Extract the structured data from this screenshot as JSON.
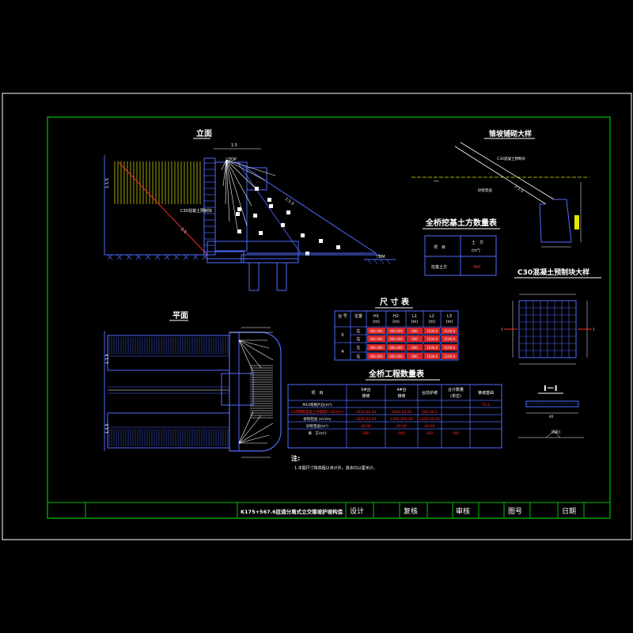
{
  "titles": {
    "elevation": "立面",
    "plan": "平面",
    "pad_detail": "锥坡铺砌大样",
    "earthwork_table": "全桥挖基土方数量表",
    "block_detail": "C30混凝土预制块大样",
    "dimension_table": "尺 寸 表",
    "quantity_table": "全桥工程数量表",
    "section": "I－I"
  },
  "earthwork_table": {
    "headers": [
      "项　目",
      "土　方",
      "(m³)"
    ],
    "row_label": "挖基土方",
    "row_value": "890"
  },
  "dimension_table": {
    "headers": [
      "台 号",
      "位置",
      "H1\n(m)",
      "H2\n(m)",
      "L1\n(m)",
      "L2\n(m)",
      "L3\n(m)"
    ],
    "rows": [
      {
        "id": "0",
        "side": "左",
        "vals": [
          "000.000",
          "000.000",
          "000",
          "1100.0",
          "1100.0"
        ]
      },
      {
        "id": "0",
        "side": "右",
        "vals": [
          "000.000",
          "000.000",
          "000",
          "1100.0",
          "1100.0"
        ]
      },
      {
        "id": "4",
        "side": "左",
        "vals": [
          "000.000",
          "000.000",
          "000",
          "1100.0",
          "1100.0"
        ]
      },
      {
        "id": "4",
        "side": "右",
        "vals": [
          "000.000",
          "000.000",
          "000",
          "1100.0",
          "1100.0"
        ]
      }
    ]
  },
  "quantity_table": {
    "headers": [
      "项　目",
      "0#台\n锥坡",
      "4#台\n锥坡",
      "台前护坡",
      "合计数量\n(单位)",
      "锥坡基础"
    ],
    "rows": [
      {
        "label": "M10浆砌片石(m³)",
        "vals": [
          "",
          "",
          "",
          "",
          "70.4"
        ]
      },
      {
        "label": "C30预制混凝土块铺砌(C30)(m³)",
        "vals": [
          "1010.00.00",
          "1000.00.00",
          "000.00.1",
          "",
          ""
        ]
      },
      {
        "label": "砂砾垫层 (m³/m)",
        "vals": [
          "1000.00.00",
          "1000.000.00",
          "1000.00.00",
          "",
          ""
        ]
      },
      {
        "label": "砂砾垫层(m³)",
        "vals": [
          "40.00",
          "40.00",
          "00.00",
          "",
          ""
        ]
      },
      {
        "label": "填　方(m³)",
        "vals": [
          "000",
          "000",
          "400",
          "000",
          ""
        ]
      }
    ]
  },
  "notes": {
    "title": "注:",
    "item": "1.本图尺寸除高程以米计外，其余均以厘米计。"
  },
  "title_block": {
    "project": "K175+567.6匝道分离式立交锥坡护坡构造",
    "design": "设计",
    "review": "复核",
    "audit": "审核",
    "drawing_no": "图号",
    "date": "日期"
  },
  "labels": {
    "slope_1": "1:1.5",
    "slope_2": "1:1",
    "slope_3": "1:1.5",
    "level_top": "▽TOP",
    "level_bottom": "▽BM",
    "pad_note1": "C30混凝土预制块",
    "pad_note2": "砂砾垫层",
    "pad_slope": "1:1.5",
    "sec_dim": "40",
    "soil_label": "回填土"
  },
  "colors": {
    "frame": "#00c000",
    "line": "#4f6bff",
    "white": "#ffffff",
    "yellow": "#ffff3c",
    "red": "#ff2a2a",
    "hatch": "#e6e600"
  }
}
